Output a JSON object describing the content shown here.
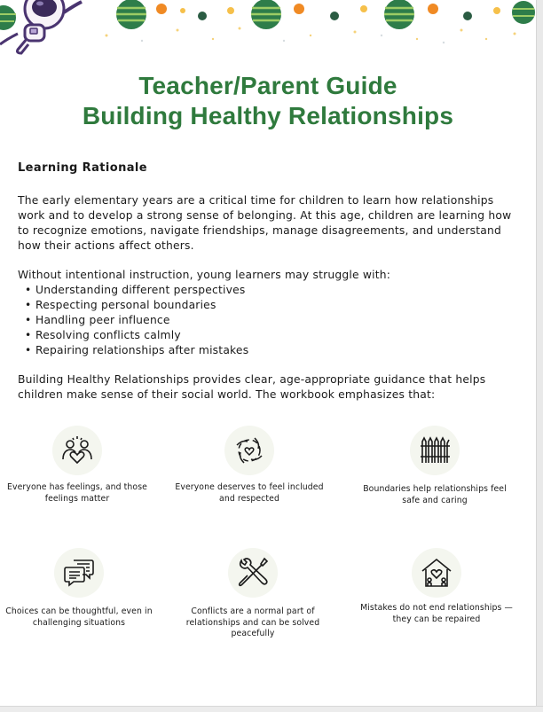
{
  "title": {
    "line1": "Teacher/Parent Guide",
    "line2": "Building Healthy Relationships"
  },
  "section_heading": "Learning Rationale",
  "paragraph1": "The early elementary years are a critical time for children to learn how relationships work and to develop a strong sense of belonging. At this age, children are learning how to recognize emotions, navigate friendships, manage disagreements, and understand how their actions affect others.",
  "paragraph2": "Without intentional instruction, young learners may struggle with:",
  "bullets": [
    "Understanding different perspectives",
    "Respecting personal boundaries",
    "Handling peer influence",
    "Resolving conflicts calmly",
    "Repairing relationships after mistakes"
  ],
  "paragraph3": "Building Healthy Relationships provides clear, age-appropriate guidance that helps children make sense of their social world. The workbook emphasizes that:",
  "cards": [
    {
      "icon": "friends-heart-icon",
      "text": "Everyone has feelings, and those feelings matter"
    },
    {
      "icon": "joined-hands-heart-icon",
      "text": "Everyone deserves to feel included and respected"
    },
    {
      "icon": "fence-icon",
      "text": "Boundaries help relationships feel safe and caring"
    },
    {
      "icon": "chat-bubbles-icon",
      "text": "Choices can be thoughtful, even in challenging situations"
    },
    {
      "icon": "wrench-screwdriver-icon",
      "text": "Conflicts are a normal part of relationships and can be solved peacefully"
    },
    {
      "icon": "home-heart-icon",
      "text": "Mistakes do not end relationships — they can be repaired"
    }
  ],
  "colors": {
    "title_green": "#2f7a3d",
    "planet_green": "#2e7d4a",
    "icon_bg": "#f4f6ef"
  }
}
